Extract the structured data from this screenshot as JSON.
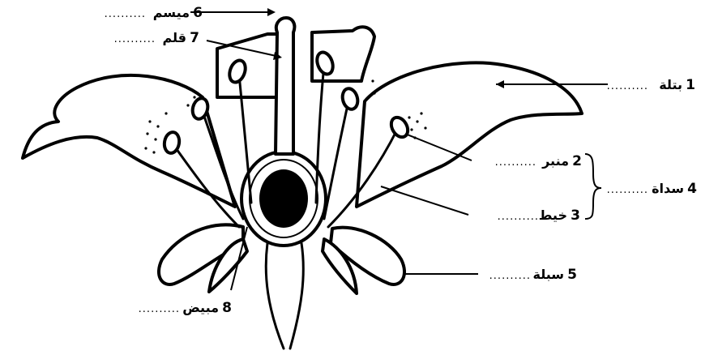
{
  "labels": [
    {
      "num": "1",
      "text": "بتلة"
    },
    {
      "num": "2",
      "text": "منبر"
    },
    {
      "num": "3",
      "text": "خيط"
    },
    {
      "num": "4",
      "text": "سداة"
    },
    {
      "num": "5",
      "text": "سبلة"
    },
    {
      "num": "6",
      "text": "ميسم"
    },
    {
      "num": "7",
      "text": "قلم"
    },
    {
      "num": "8",
      "text": "مبيض"
    }
  ],
  "leader": "..........",
  "colors": {
    "ink": "#000000",
    "background": "#ffffff"
  }
}
